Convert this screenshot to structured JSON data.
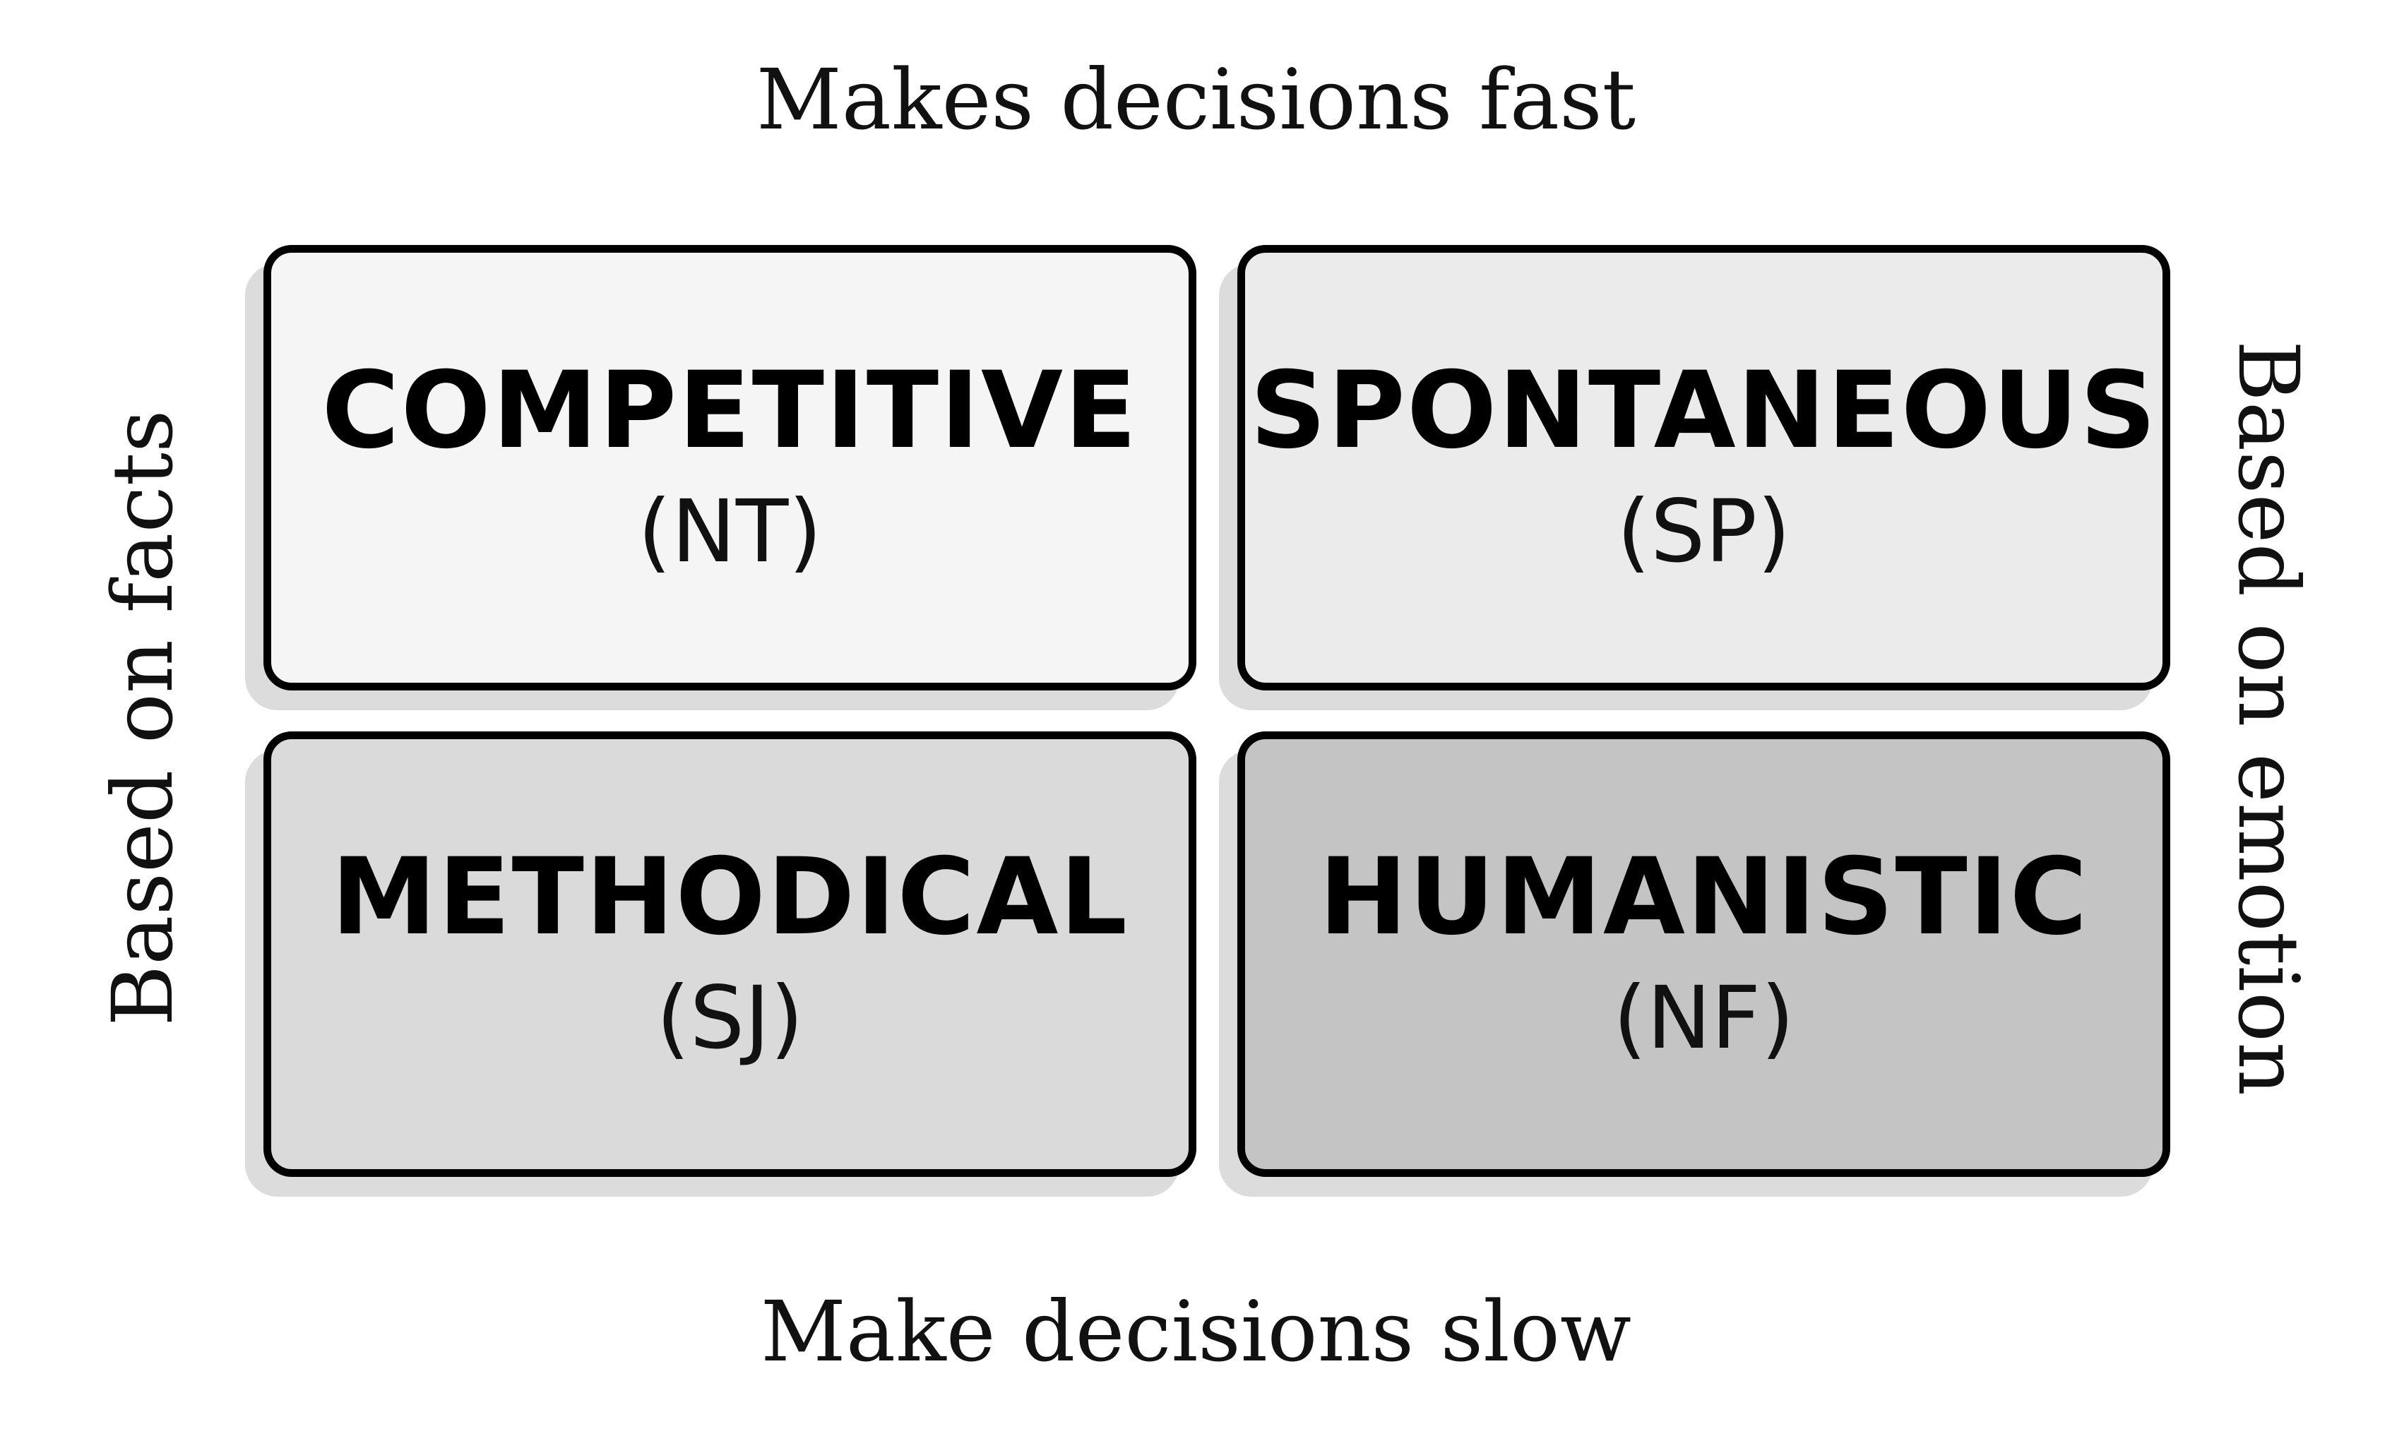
{
  "axes": {
    "top": "Makes decisions fast",
    "bottom": "Make decisions slow",
    "left": "Based on facts",
    "right": "Based on emotion"
  },
  "quadrants": {
    "top_left": {
      "title": "COMPETITIVE",
      "code": "(NT)",
      "fill": "#f5f5f5"
    },
    "top_right": {
      "title": "SPONTANEOUS",
      "code": "(SP)",
      "fill": "#ebebeb"
    },
    "bottom_left": {
      "title": "METHODICAL",
      "code": "(SJ)",
      "fill": "#dadada"
    },
    "bottom_right": {
      "title": "HUMANISTIC",
      "code": "(NF)",
      "fill": "#c4c4c4"
    }
  }
}
